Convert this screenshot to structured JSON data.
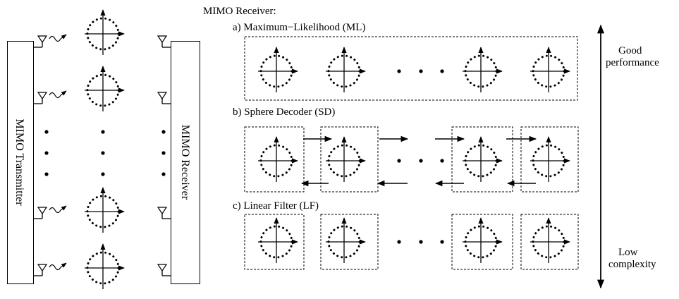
{
  "header": {
    "title": "MIMO Receiver:"
  },
  "blocks": {
    "transmitter": "MIMO Transmitter",
    "receiver": "MIMO Receiver"
  },
  "methods": [
    {
      "label": "a) Maximum−Likelihood (ML)"
    },
    {
      "label": "b) Sphere Decoder (SD)"
    },
    {
      "label": "c) Linear Filter (LF)"
    }
  ],
  "scale": {
    "top_label_line1": "Good",
    "top_label_line2": "performance",
    "bottom_label_line1": "Low",
    "bottom_label_line2": "complexity"
  }
}
